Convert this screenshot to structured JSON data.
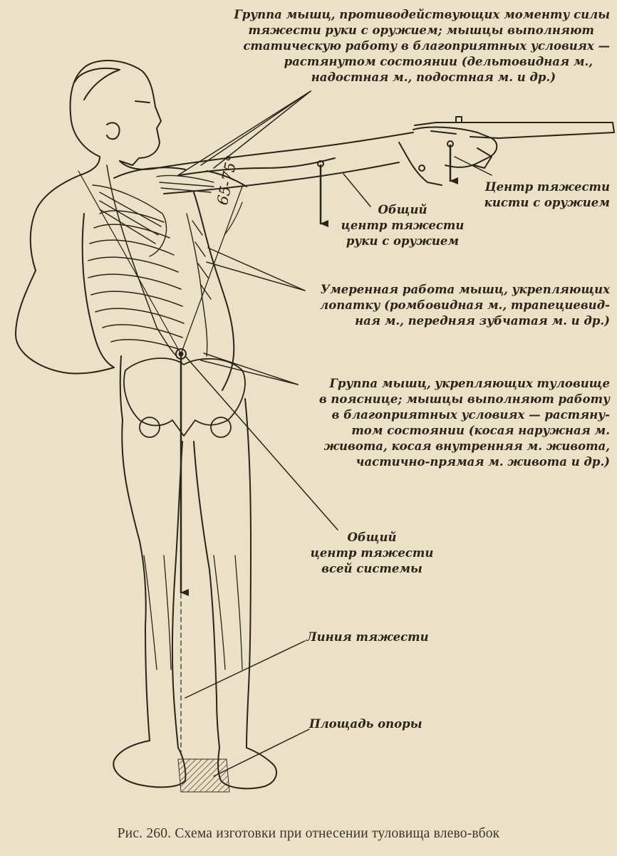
{
  "labels": {
    "muscles_arm": {
      "lines": [
        "Группа мышц, противодействующих моменту силы",
        "тяжести руки с оружием; мышцы выполняют",
        "статическую работу в благоприятных условиях —",
        "растянутом состоянии (дельтовидная м.,",
        "надостная м., подостная м. и др.)"
      ]
    },
    "hand_center": {
      "lines": [
        "Центр тяжести",
        "кисти с оружием"
      ]
    },
    "arm_center": {
      "lines": [
        "Общий",
        "центр тяжести",
        "руки с оружием"
      ]
    },
    "scapula_muscles": {
      "lines": [
        "Умеренная работа мышц, укрепляющих",
        "лопатку (ромбовидная м., трапециевид-",
        "ная м., передняя зубчатая м. и др.)"
      ]
    },
    "trunk_muscles": {
      "lines": [
        "Группа мышц, укрепляющих туловище",
        "в пояснице; мышцы выполняют работу",
        "в благоприятных условиях — растяну-",
        "том состоянии (косая наружная м.",
        "живота, косая внутренняя м. живота,",
        "частично-прямая м. живота и др.)"
      ]
    },
    "system_center": {
      "lines": [
        "Общий",
        "центр тяжести",
        "всей системы"
      ]
    },
    "gravity_line": {
      "lines": [
        "Линия тяжести"
      ]
    },
    "support_area": {
      "lines": [
        "Площадь опоры"
      ]
    }
  },
  "angle": "65-75°",
  "caption": "Рис. 260. Схема изготовки при отнесении туловища влево-вбок"
}
